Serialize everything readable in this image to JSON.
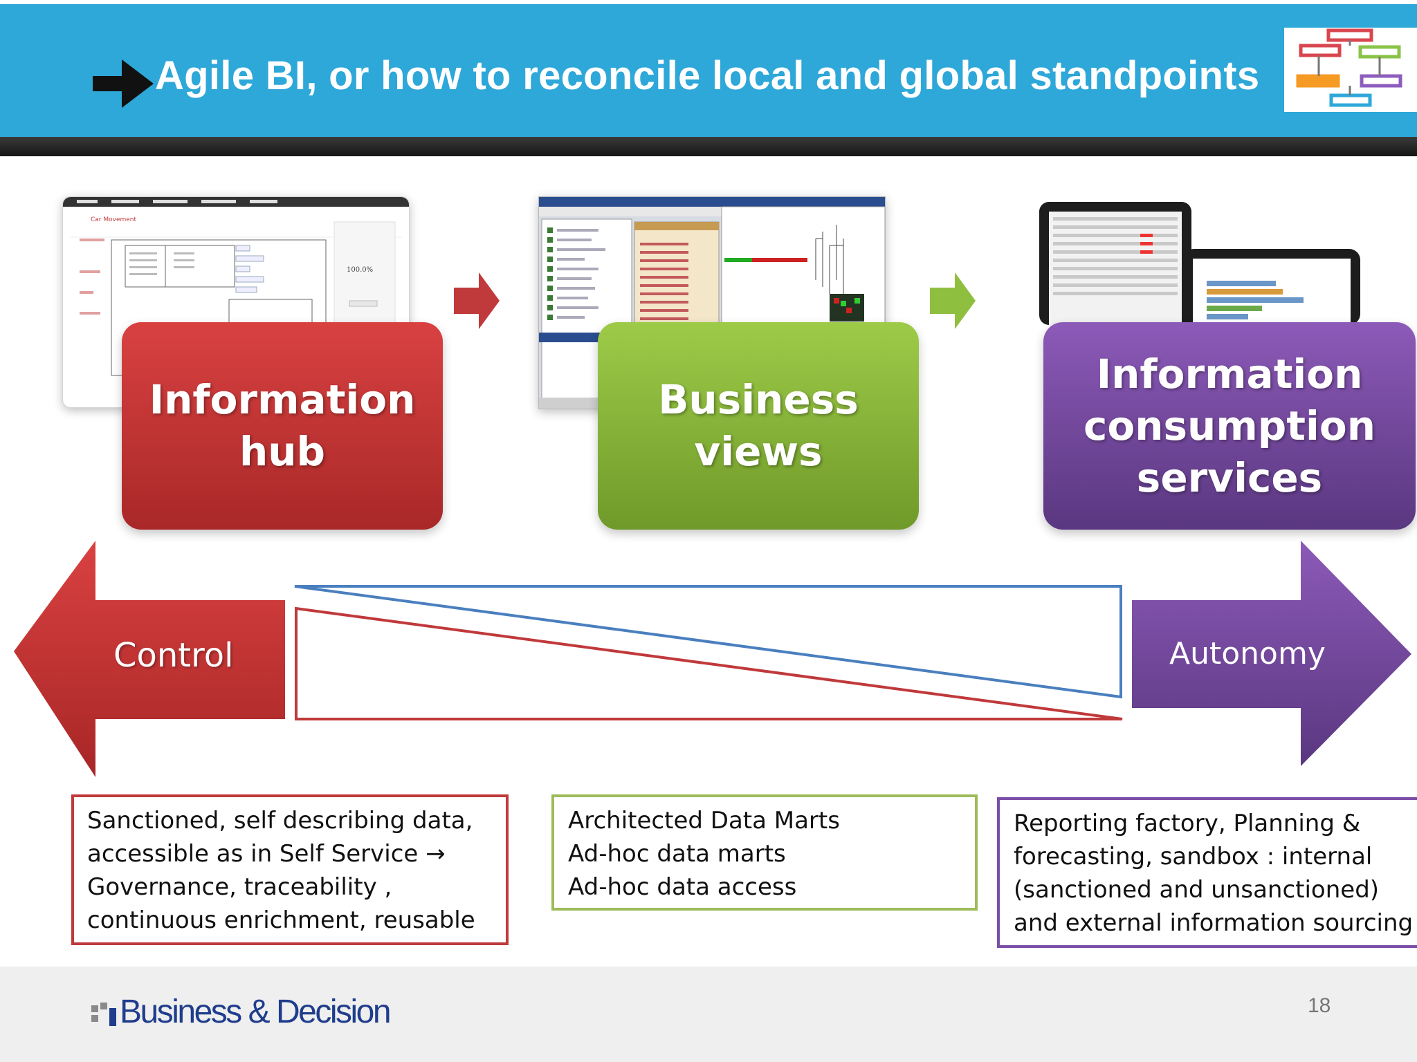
{
  "header": {
    "title": "Agile BI, or how to reconcile local and global standpoints"
  },
  "boxes": {
    "info_hub": "Information\nhub",
    "business_views": "Business\nviews",
    "consumption": "Information\nconsumption\nservices"
  },
  "arrows": {
    "left_label": "Control",
    "right_label": "Autonomy"
  },
  "thumb1": {
    "title": "Car Movement",
    "percent": "100.0%"
  },
  "text_boxes": {
    "left": [
      "Sanctioned, self describing data,",
      "accessible as in Self Service →",
      "Governance, traceability ,",
      "continuous enrichment,  reusable"
    ],
    "middle": [
      "Architected Data Marts",
      "Ad-hoc data marts",
      "Ad-hoc data access"
    ],
    "right": [
      "Reporting factory, Planning &",
      "forecasting, sandbox : internal",
      "(sanctioned  and unsanctioned)",
      "and external information sourcing"
    ]
  },
  "footer": {
    "brand": "Business & Decision",
    "page_number": "18"
  },
  "colors": {
    "header_blue": "#2ea7d9",
    "red": "#c0393b",
    "green": "#8fbf3f",
    "purple": "#7b4ea8"
  }
}
